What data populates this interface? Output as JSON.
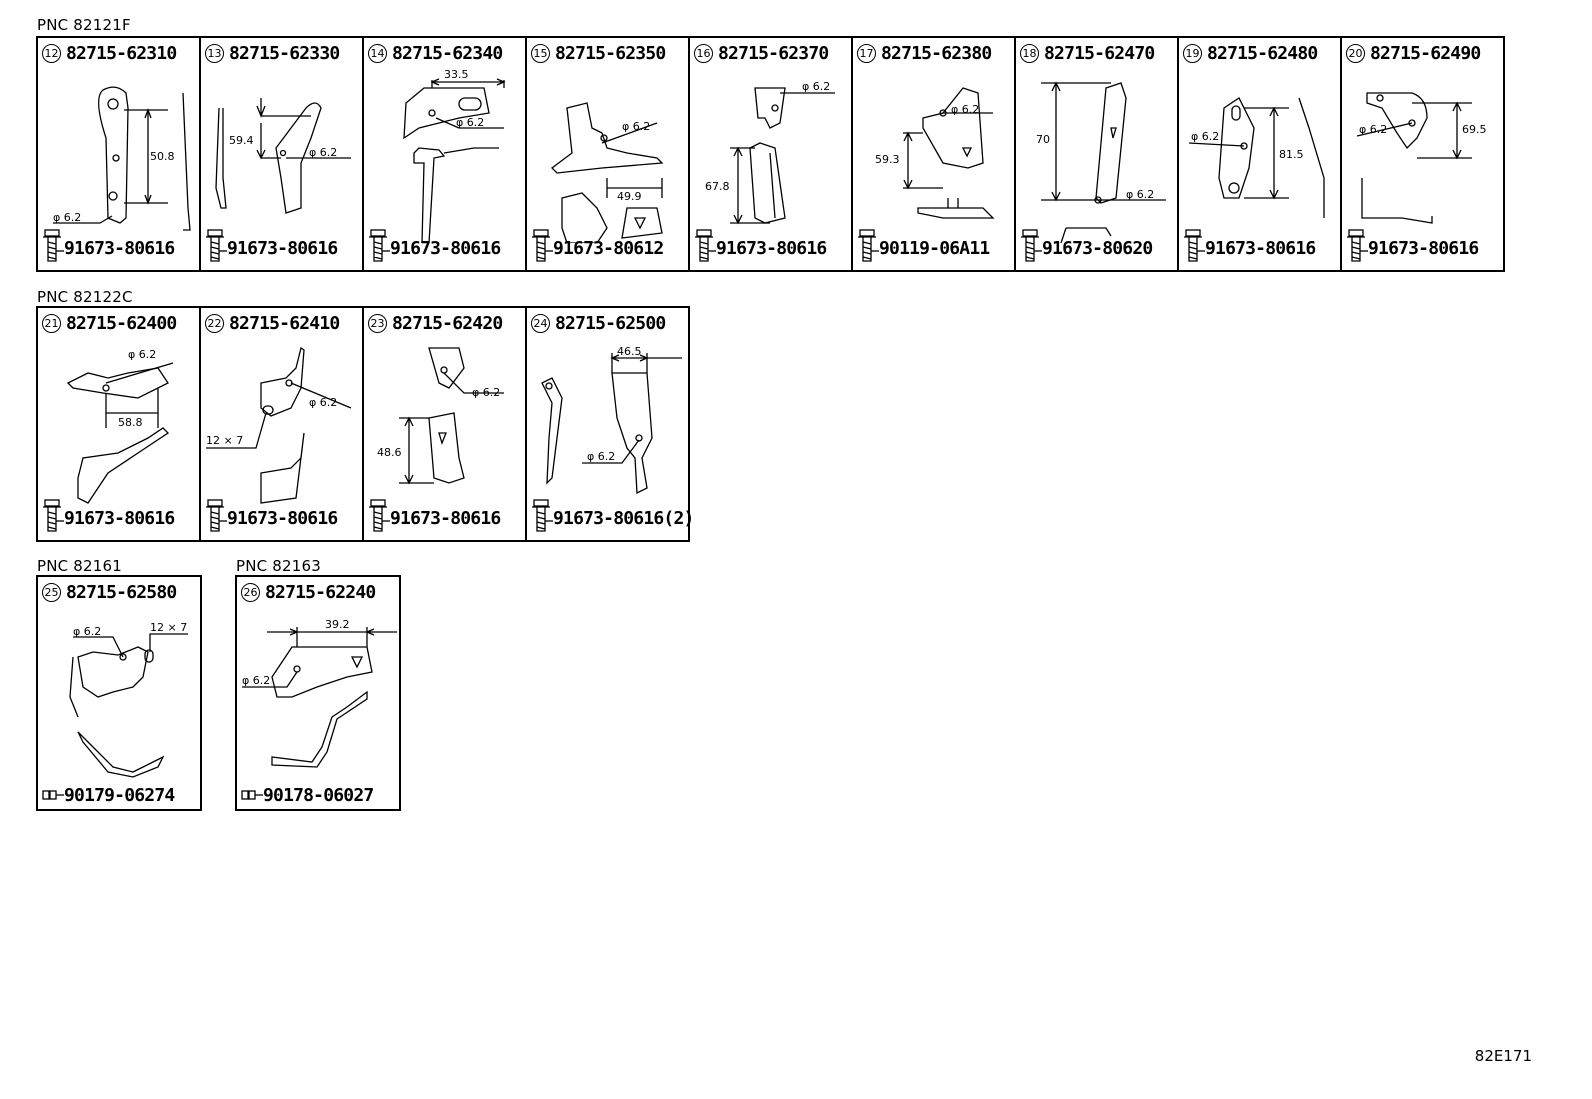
{
  "sections": [
    {
      "pnc": "PNC 82121F",
      "items": [
        {
          "no": "12",
          "part": "82715-62310",
          "fastener": "91673-80616",
          "dims": [
            "50.8",
            "φ 6.2"
          ]
        },
        {
          "no": "13",
          "part": "82715-62330",
          "fastener": "91673-80616",
          "dims": [
            "59.4",
            "φ 6.2"
          ]
        },
        {
          "no": "14",
          "part": "82715-62340",
          "fastener": "91673-80616",
          "dims": [
            "33.5",
            "φ 6.2"
          ]
        },
        {
          "no": "15",
          "part": "82715-62350",
          "fastener": "91673-80612",
          "dims": [
            "φ 6.2",
            "49.9"
          ]
        },
        {
          "no": "16",
          "part": "82715-62370",
          "fastener": "91673-80616",
          "dims": [
            "φ 6.2",
            "67.8"
          ]
        },
        {
          "no": "17",
          "part": "82715-62380",
          "fastener": "90119-06A11",
          "dims": [
            "φ 6.2",
            "59.3"
          ]
        },
        {
          "no": "18",
          "part": "82715-62470",
          "fastener": "91673-80620",
          "dims": [
            "70",
            "φ 6.2"
          ]
        },
        {
          "no": "19",
          "part": "82715-62480",
          "fastener": "91673-80616",
          "dims": [
            "φ 6.2",
            "81.5"
          ]
        },
        {
          "no": "20",
          "part": "82715-62490",
          "fastener": "91673-80616",
          "dims": [
            "φ 6.2",
            "69.5"
          ]
        }
      ]
    },
    {
      "pnc": "PNC 82122C",
      "items": [
        {
          "no": "21",
          "part": "82715-62400",
          "fastener": "91673-80616",
          "dims": [
            "φ 6.2",
            "58.8"
          ]
        },
        {
          "no": "22",
          "part": "82715-62410",
          "fastener": "91673-80616",
          "dims": [
            "φ 6.2",
            "12 × 7"
          ]
        },
        {
          "no": "23",
          "part": "82715-62420",
          "fastener": "91673-80616",
          "dims": [
            "φ 6.2",
            "48.6"
          ]
        },
        {
          "no": "24",
          "part": "82715-62500",
          "fastener": "91673-80616(2)",
          "dims": [
            "46.5",
            "φ 6.2"
          ]
        }
      ]
    },
    {
      "pnc": "PNC 82161",
      "items": [
        {
          "no": "25",
          "part": "82715-62580",
          "fastener": "90179-06274",
          "dims": [
            "φ 6.2",
            "12 × 7"
          ]
        }
      ]
    },
    {
      "pnc": "PNC 82163",
      "items": [
        {
          "no": "26",
          "part": "82715-62240",
          "fastener": "90178-06027",
          "dims": [
            "39.2",
            "φ 6.2"
          ]
        }
      ]
    }
  ],
  "diagram_code": "82E171"
}
